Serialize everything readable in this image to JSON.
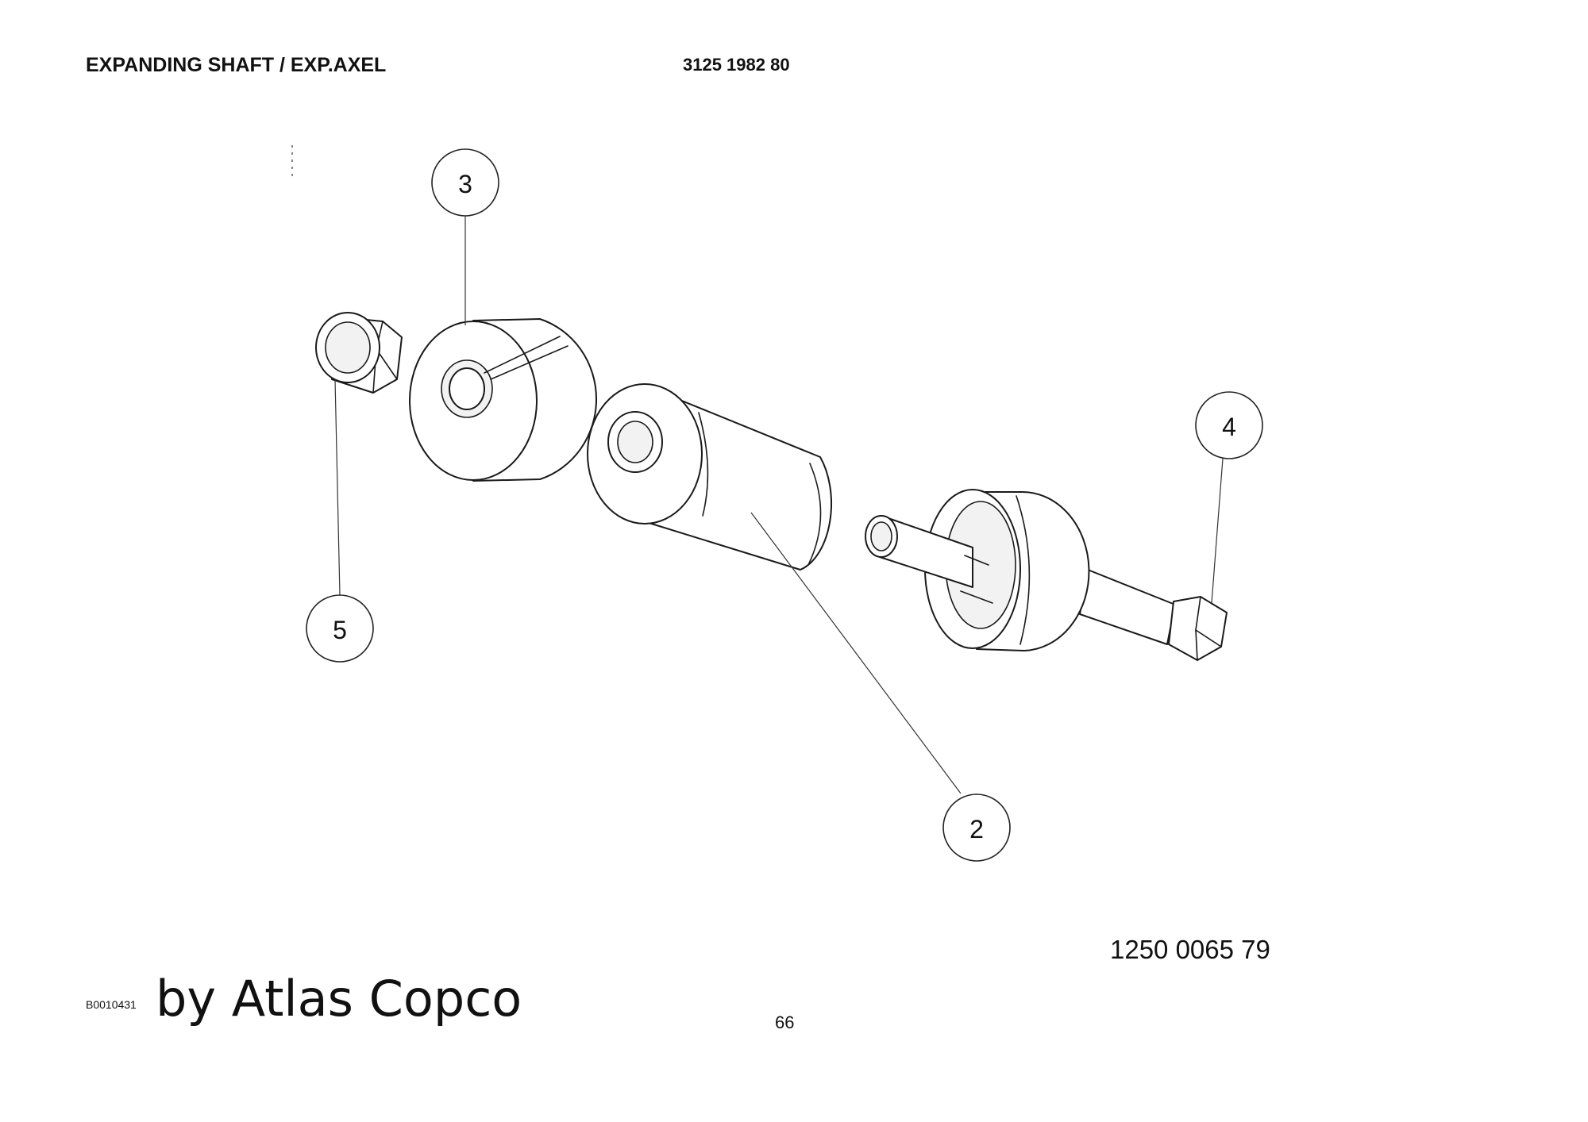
{
  "header": {
    "title": "EXPANDING SHAFT / EXP.AXEL",
    "part_number": "3125 1982 80"
  },
  "callouts": [
    {
      "id": "callout-2",
      "label": "2"
    },
    {
      "id": "callout-3",
      "label": "3"
    },
    {
      "id": "callout-4",
      "label": "4"
    },
    {
      "id": "callout-5",
      "label": "5"
    }
  ],
  "footer": {
    "reference_number": "1250 0065 79",
    "image_code": "B0010431",
    "brand": "by Atlas Copco",
    "page_number": "66"
  }
}
